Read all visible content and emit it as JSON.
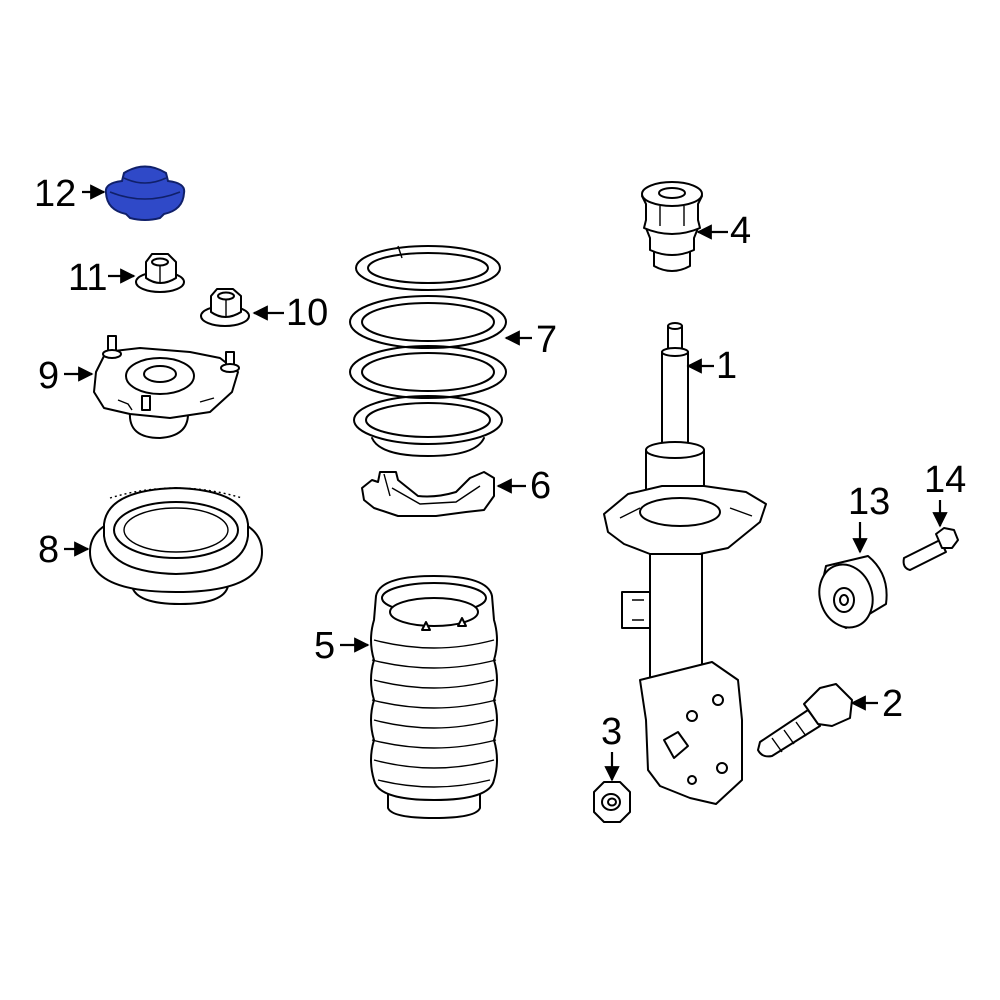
{
  "parts": [
    {
      "number": "1",
      "name": "Strut"
    },
    {
      "number": "2",
      "name": "Bolt"
    },
    {
      "number": "3",
      "name": "Nut"
    },
    {
      "number": "4",
      "name": "Bump stop"
    },
    {
      "number": "5",
      "name": "Dust boot"
    },
    {
      "number": "6",
      "name": "Lower spring insulator"
    },
    {
      "number": "7",
      "name": "Coil spring"
    },
    {
      "number": "8",
      "name": "Bearing"
    },
    {
      "number": "9",
      "name": "Upper mount"
    },
    {
      "number": "10",
      "name": "Nut"
    },
    {
      "number": "11",
      "name": "Nut"
    },
    {
      "number": "12",
      "name": "Cap",
      "highlighted": true
    },
    {
      "number": "13",
      "name": "Bushing"
    },
    {
      "number": "14",
      "name": "Bolt"
    }
  ],
  "colors": {
    "highlight": "#2f49c8",
    "line": "#000000",
    "background": "#ffffff"
  }
}
